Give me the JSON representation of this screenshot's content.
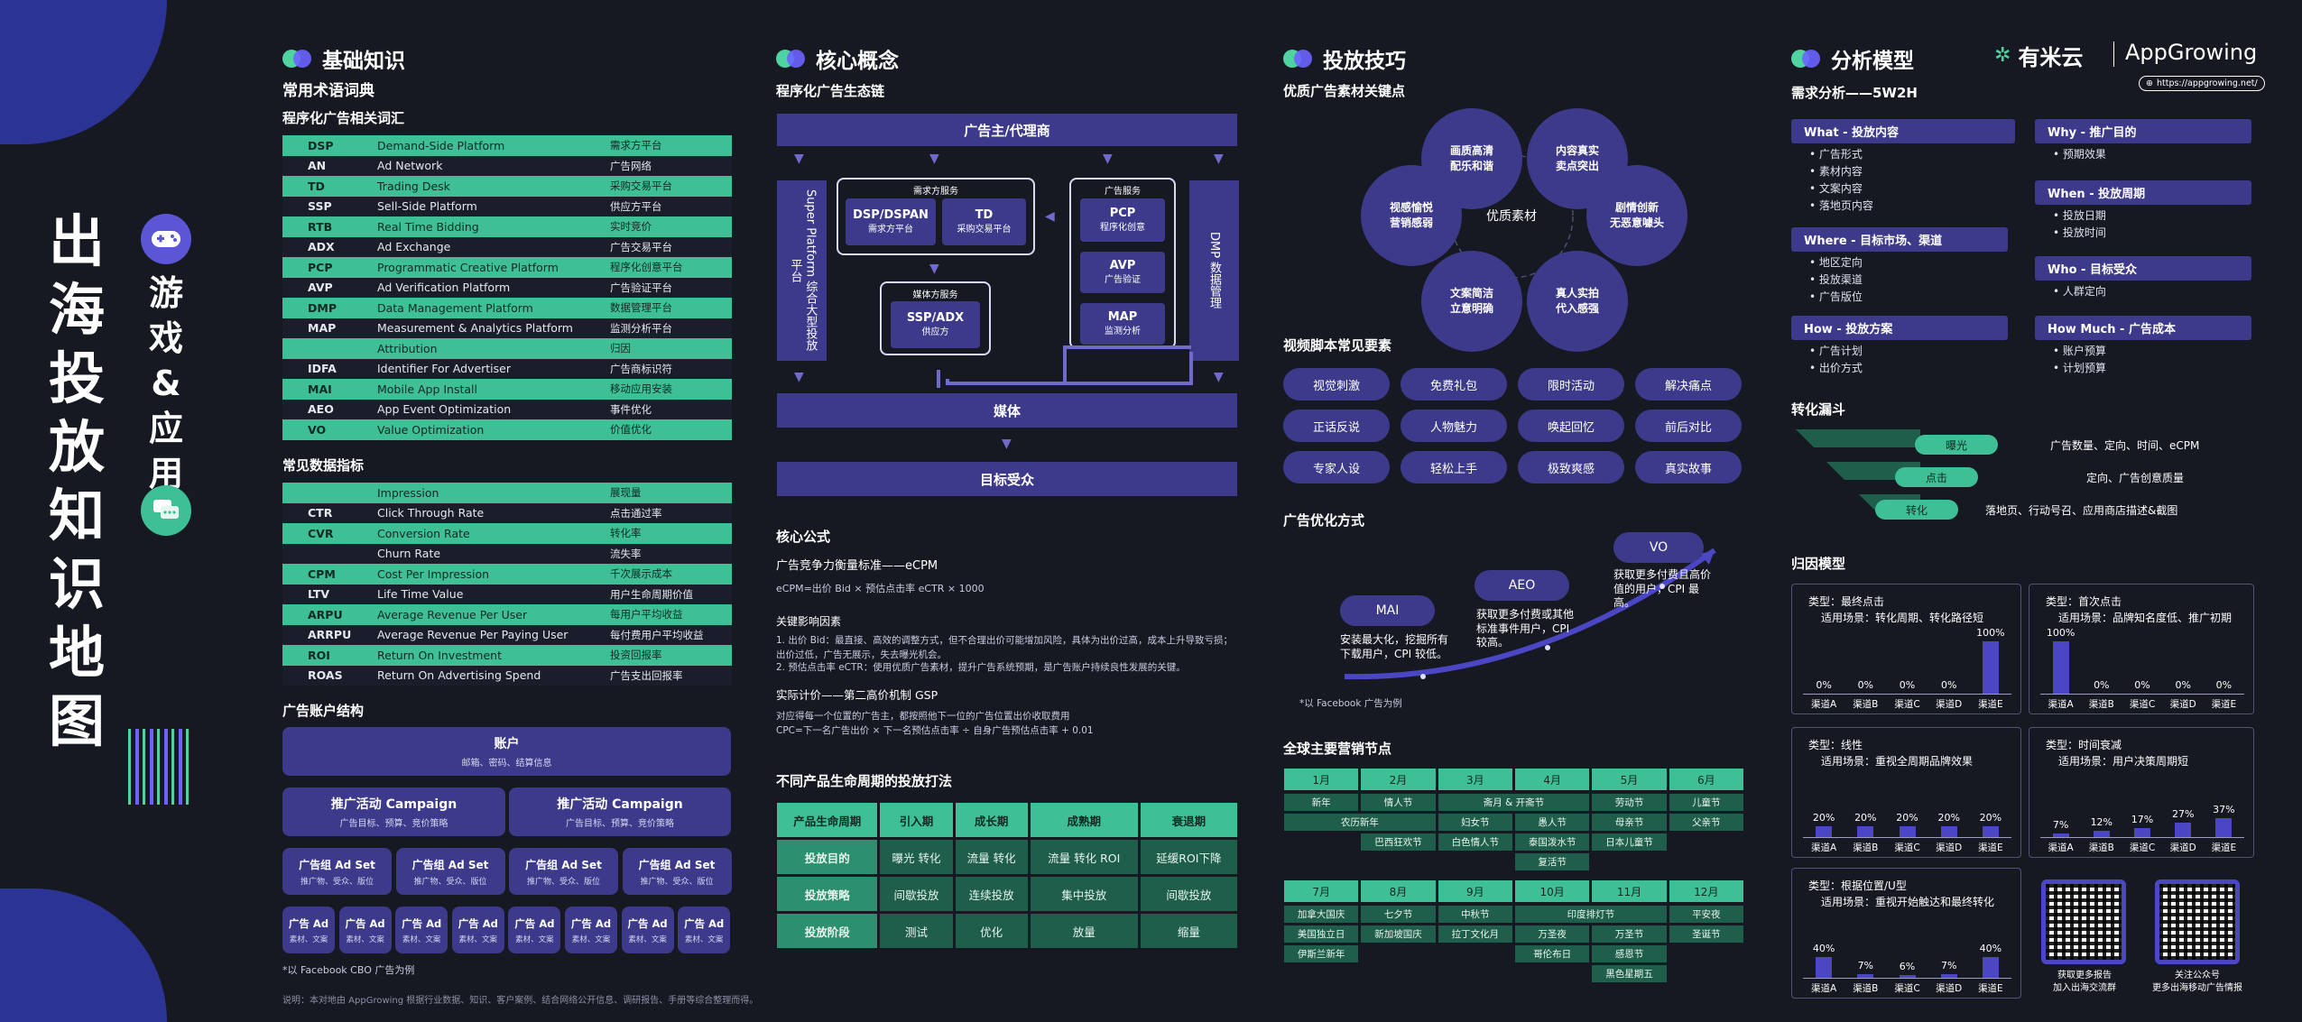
{
  "poster": {
    "main_title": [
      "出",
      "海",
      "投",
      "放",
      "知",
      "识",
      "地",
      "图"
    ],
    "side_title_top": [
      "游",
      "戏"
    ],
    "side_amp": "&",
    "side_title_bottom": [
      "应",
      "用"
    ]
  },
  "brand": {
    "youmi": "有米云",
    "appgrowing": "AppGrowing",
    "url": "https://appgrowing.net/"
  },
  "col1": {
    "title": "基础知识",
    "glossary_title": "常用术语词典",
    "prog_title": "程序化广告相关词汇",
    "prog_terms": [
      [
        "DSP",
        "Demand-Side Platform",
        "需求方平台"
      ],
      [
        "AN",
        "Ad Network",
        "广告网络"
      ],
      [
        "TD",
        "Trading Desk",
        "采购交易平台"
      ],
      [
        "SSP",
        "Sell-Side Platform",
        "供应方平台"
      ],
      [
        "RTB",
        "Real Time Bidding",
        "实时竞价"
      ],
      [
        "ADX",
        "Ad Exchange",
        "广告交易平台"
      ],
      [
        "PCP",
        "Programmatic Creative Platform",
        "程序化创意平台"
      ],
      [
        "AVP",
        "Ad Verification Platform",
        "广告验证平台"
      ],
      [
        "DMP",
        "Data Management Platform",
        "数据管理平台"
      ],
      [
        "MAP",
        "Measurement & Analytics Platform",
        "监测分析平台"
      ],
      [
        "",
        "Attribution",
        "归因"
      ],
      [
        "IDFA",
        "Identifier For Advertiser",
        "广告商标识符"
      ],
      [
        "MAI",
        "Mobile App Install",
        "移动应用安装"
      ],
      [
        "AEO",
        "App Event Optimization",
        "事件优化"
      ],
      [
        "VO",
        "Value Optimization",
        "价值优化"
      ]
    ],
    "metric_title": "常见数据指标",
    "metrics": [
      [
        "",
        "Impression",
        "展现量"
      ],
      [
        "CTR",
        "Click Through Rate",
        "点击通过率"
      ],
      [
        "CVR",
        "Conversion Rate",
        "转化率"
      ],
      [
        "",
        "Churn Rate",
        "流失率"
      ],
      [
        "CPM",
        "Cost Per Impression",
        "千次展示成本"
      ],
      [
        "LTV",
        "Life Time Value",
        "用户生命周期价值"
      ],
      [
        "ARPU",
        "Average Revenue Per User",
        "每用户平均收益"
      ],
      [
        "ARRPU",
        "Average Revenue Per Paying User",
        "每付费用户平均收益"
      ],
      [
        "ROI",
        "Return On Investment",
        "投资回报率"
      ],
      [
        "ROAS",
        "Return On Advertising Spend",
        "广告支出回报率"
      ]
    ],
    "account_title": "广告账户结构",
    "account": {
      "t": "账户",
      "s": "邮箱、密码、结算信息"
    },
    "campaign": {
      "t": "推广活动 Campaign",
      "s": "广告目标、预算、竞价策略"
    },
    "adset": {
      "t": "广告组 Ad Set",
      "s": "推广物、受众、版位"
    },
    "ad": {
      "t": "广告 Ad",
      "s": "素材、文案"
    },
    "account_note": "*以 Facebook CBO 广告为例",
    "footer": "说明：本对地由 AppGrowing 根据行业数据、知识、客户案例、结合网络公开信息、调研报告、手册等综合整理而得。"
  },
  "col2": {
    "title": "核心概念",
    "eco_title": "程序化广告生态链",
    "advertiser": "广告主/代理商",
    "super_platform": "Super Platform 综合大型投放平台",
    "dmp_side": "DMP 数据管理",
    "demand_label": "需求方服务",
    "dsp": {
      "t": "DSP/DSPAN",
      "s": "需求方平台"
    },
    "td": {
      "t": "TD",
      "s": "采购交易平台"
    },
    "ad_service_label": "广告服务",
    "pcp": {
      "t": "PCP",
      "s": "程序化创意"
    },
    "avp": {
      "t": "AVP",
      "s": "广告验证"
    },
    "map": {
      "t": "MAP",
      "s": "监测分析"
    },
    "media_service_label": "媒体方服务",
    "ssp": {
      "t": "SSP/ADX",
      "s": "供应方"
    },
    "media": "媒体",
    "audience": "目标受众",
    "formula_title": "核心公式",
    "ecpm_title": "广告竞争力衡量标准——eCPM",
    "ecpm_formula": "eCPM=出价 Bid × 预估点击率 eCTR × 1000",
    "factor_title": "关键影响因素",
    "factor_1": "1. 出价 Bid：最直接、高效的调整方式，但不合理出价可能增加风险，具体为出价过高，成本上升导致亏损；出价过低，广告无展示，失去曝光机会。",
    "factor_2": "2. 预估点击率 eCTR：使用优质广告素材，提升广告系统预期，是广告账户持续良性发展的关键。",
    "gsp_title": "实际计价——第二高价机制 GSP",
    "gsp_1": "对应得每一个位置的广告主，都按照他下一位的广告位置出价收取费用",
    "gsp_2": "CPC=下一名广告出价 × 下一名预估点击率 ÷ 自身广告预估点击率 + 0.01",
    "life_title": "不同产品生命周期的投放打法",
    "life_head": [
      "产品生命周期",
      "引入期",
      "成长期",
      "成熟期",
      "衰退期"
    ],
    "life_rows": [
      [
        "投放目的",
        "曝光 转化",
        "流量 转化",
        "流量 转化 ROI",
        "延缓ROI下降"
      ],
      [
        "投放策略",
        "间歇投放",
        "连续投放",
        "集中投放",
        "间歇投放"
      ],
      [
        "投放阶段",
        "测试",
        "优化",
        "放量",
        "缩量"
      ]
    ]
  },
  "col3": {
    "title": "投放技巧",
    "creative_title": "优质广告素材关键点",
    "center": "优质素材",
    "circles": [
      "画质高清\n配乐和谐",
      "内容真实\n卖点突出",
      "剧情创新\n无恶意噱头",
      "真人实拍\n代入感强",
      "文案简洁\n立意明确",
      "视感愉悦\n营销感弱"
    ],
    "script_title": "视频脚本常见要素",
    "script_tags": [
      "视觉刺激",
      "免费礼包",
      "限时活动",
      "解决痛点",
      "正话反说",
      "人物魅力",
      "唤起回忆",
      "前后对比",
      "专家人设",
      "轻松上手",
      "极致爽感",
      "真实故事"
    ],
    "opt_title": "广告优化方式",
    "mai": {
      "t": "MAI",
      "d": "安装最大化，挖掘所有下载用户，CPI 较低。"
    },
    "aeo": {
      "t": "AEO",
      "d": "获取更多付费或其他标准事件用户，CPI 较高。"
    },
    "vo": {
      "t": "VO",
      "d": "获取更多付费且高价值的用户，CPI 最高。"
    },
    "opt_note": "*以 Facebook 广告为例",
    "cal_title": "全球主要营销节点",
    "months_a": [
      "1月",
      "2月",
      "3月",
      "4月",
      "5月",
      "6月"
    ],
    "months_b": [
      "7月",
      "8月",
      "9月",
      "10月",
      "11月",
      "12月"
    ],
    "events": {
      "xinnian": "新年",
      "qingren": "情人节",
      "zhaiyue": "斋月 & 开斋节",
      "laodong": "劳动节",
      "ertong": "儿童节",
      "nongli": "农历新年",
      "funv": "妇女节",
      "yuren": "愚人节",
      "muqin": "母亲节",
      "fuqin": "父亲节",
      "baxi": "巴西狂欢节",
      "baise": "白色情人节",
      "taiguo": "泰国泼水节",
      "riben": "日本儿童节",
      "fuhuo": "复活节",
      "jianada": "加拿大国庆",
      "meiguo": "美国独立日",
      "yilang": "伊斯兰新年",
      "qixi": "七夕节",
      "xinjiapo": "新加坡国庆",
      "zhongqiu": "中秋节",
      "lading": "拉丁文化月",
      "yindu": "印度排灯节",
      "wansheng": "万圣夜",
      "wanshengjie": "万圣节",
      "geluo": "哥伦布日",
      "ganen": "感恩节",
      "heise": "黑色星期五",
      "pingan": "平安夜",
      "shengdan": "圣诞节"
    }
  },
  "col4": {
    "title": "分析模型",
    "demand_title": "需求分析——5W2H",
    "w": [
      {
        "t": "What - 投放内容",
        "items": [
          "广告形式",
          "素材内容",
          "文案内容",
          "落地页内容"
        ]
      },
      {
        "t": "Why - 推广目的",
        "items": [
          "预期效果"
        ]
      },
      {
        "t": "When - 投放周期",
        "items": [
          "投放日期",
          "投放时间"
        ]
      },
      {
        "t": "Where - 目标市场、渠道",
        "items": [
          "地区定向",
          "投放渠道",
          "广告版位"
        ]
      },
      {
        "t": "Who - 目标受众",
        "items": [
          "人群定向"
        ]
      },
      {
        "t": "How - 投放方案",
        "items": [
          "广告计划",
          "出价方式"
        ]
      },
      {
        "t": "How Much - 广告成本",
        "items": [
          "账户预算",
          "计划预算"
        ]
      }
    ],
    "funnel_title": "转化漏斗",
    "funnel": [
      {
        "t": "曝光",
        "d": "广告数量、定向、时间、eCPM"
      },
      {
        "t": "点击",
        "d": "定向、广告创意质量"
      },
      {
        "t": "转化",
        "d": "落地页、行动号召、应用商店描述&截图"
      }
    ],
    "attr_title": "归因模型",
    "channels": [
      "渠道A",
      "渠道B",
      "渠道C",
      "渠道D",
      "渠道E"
    ],
    "models": [
      {
        "type": "类型：最终点击",
        "scene": "适用场景：转化周期、转化路径短",
        "values": [
          0,
          0,
          0,
          0,
          100
        ],
        "labels": [
          "0%",
          "0%",
          "0%",
          "0%",
          "100%"
        ]
      },
      {
        "type": "类型：首次点击",
        "scene": "适用场景：品牌知名度低、推广初期",
        "values": [
          100,
          0,
          0,
          0,
          0
        ],
        "labels": [
          "100%",
          "0%",
          "0%",
          "0%",
          "0%"
        ]
      },
      {
        "type": "类型：线性",
        "scene": "适用场景：重视全周期品牌效果",
        "values": [
          20,
          20,
          20,
          20,
          20
        ],
        "labels": [
          "20%",
          "20%",
          "20%",
          "20%",
          "20%"
        ]
      },
      {
        "type": "类型：时间衰减",
        "scene": "适用场景：用户决策周期短",
        "values": [
          7,
          12,
          17,
          27,
          37
        ],
        "labels": [
          "7%",
          "12%",
          "17%",
          "27%",
          "37%"
        ]
      },
      {
        "type": "类型：根据位置/U型",
        "scene": "适用场景：重视开始触达和最终转化",
        "values": [
          40,
          7,
          6,
          7,
          40
        ],
        "labels": [
          "40%",
          "7%",
          "6%",
          "7%",
          "40%"
        ]
      }
    ],
    "qr1": [
      "获取更多报告",
      "加入出海交流群"
    ],
    "qr2": [
      "关注公众号",
      "更多出海移动广告情报"
    ]
  },
  "colors": {
    "bg": "#161922",
    "green": "#3fbf95",
    "purple": "#3d3a8c",
    "navy": "#2b3494"
  }
}
